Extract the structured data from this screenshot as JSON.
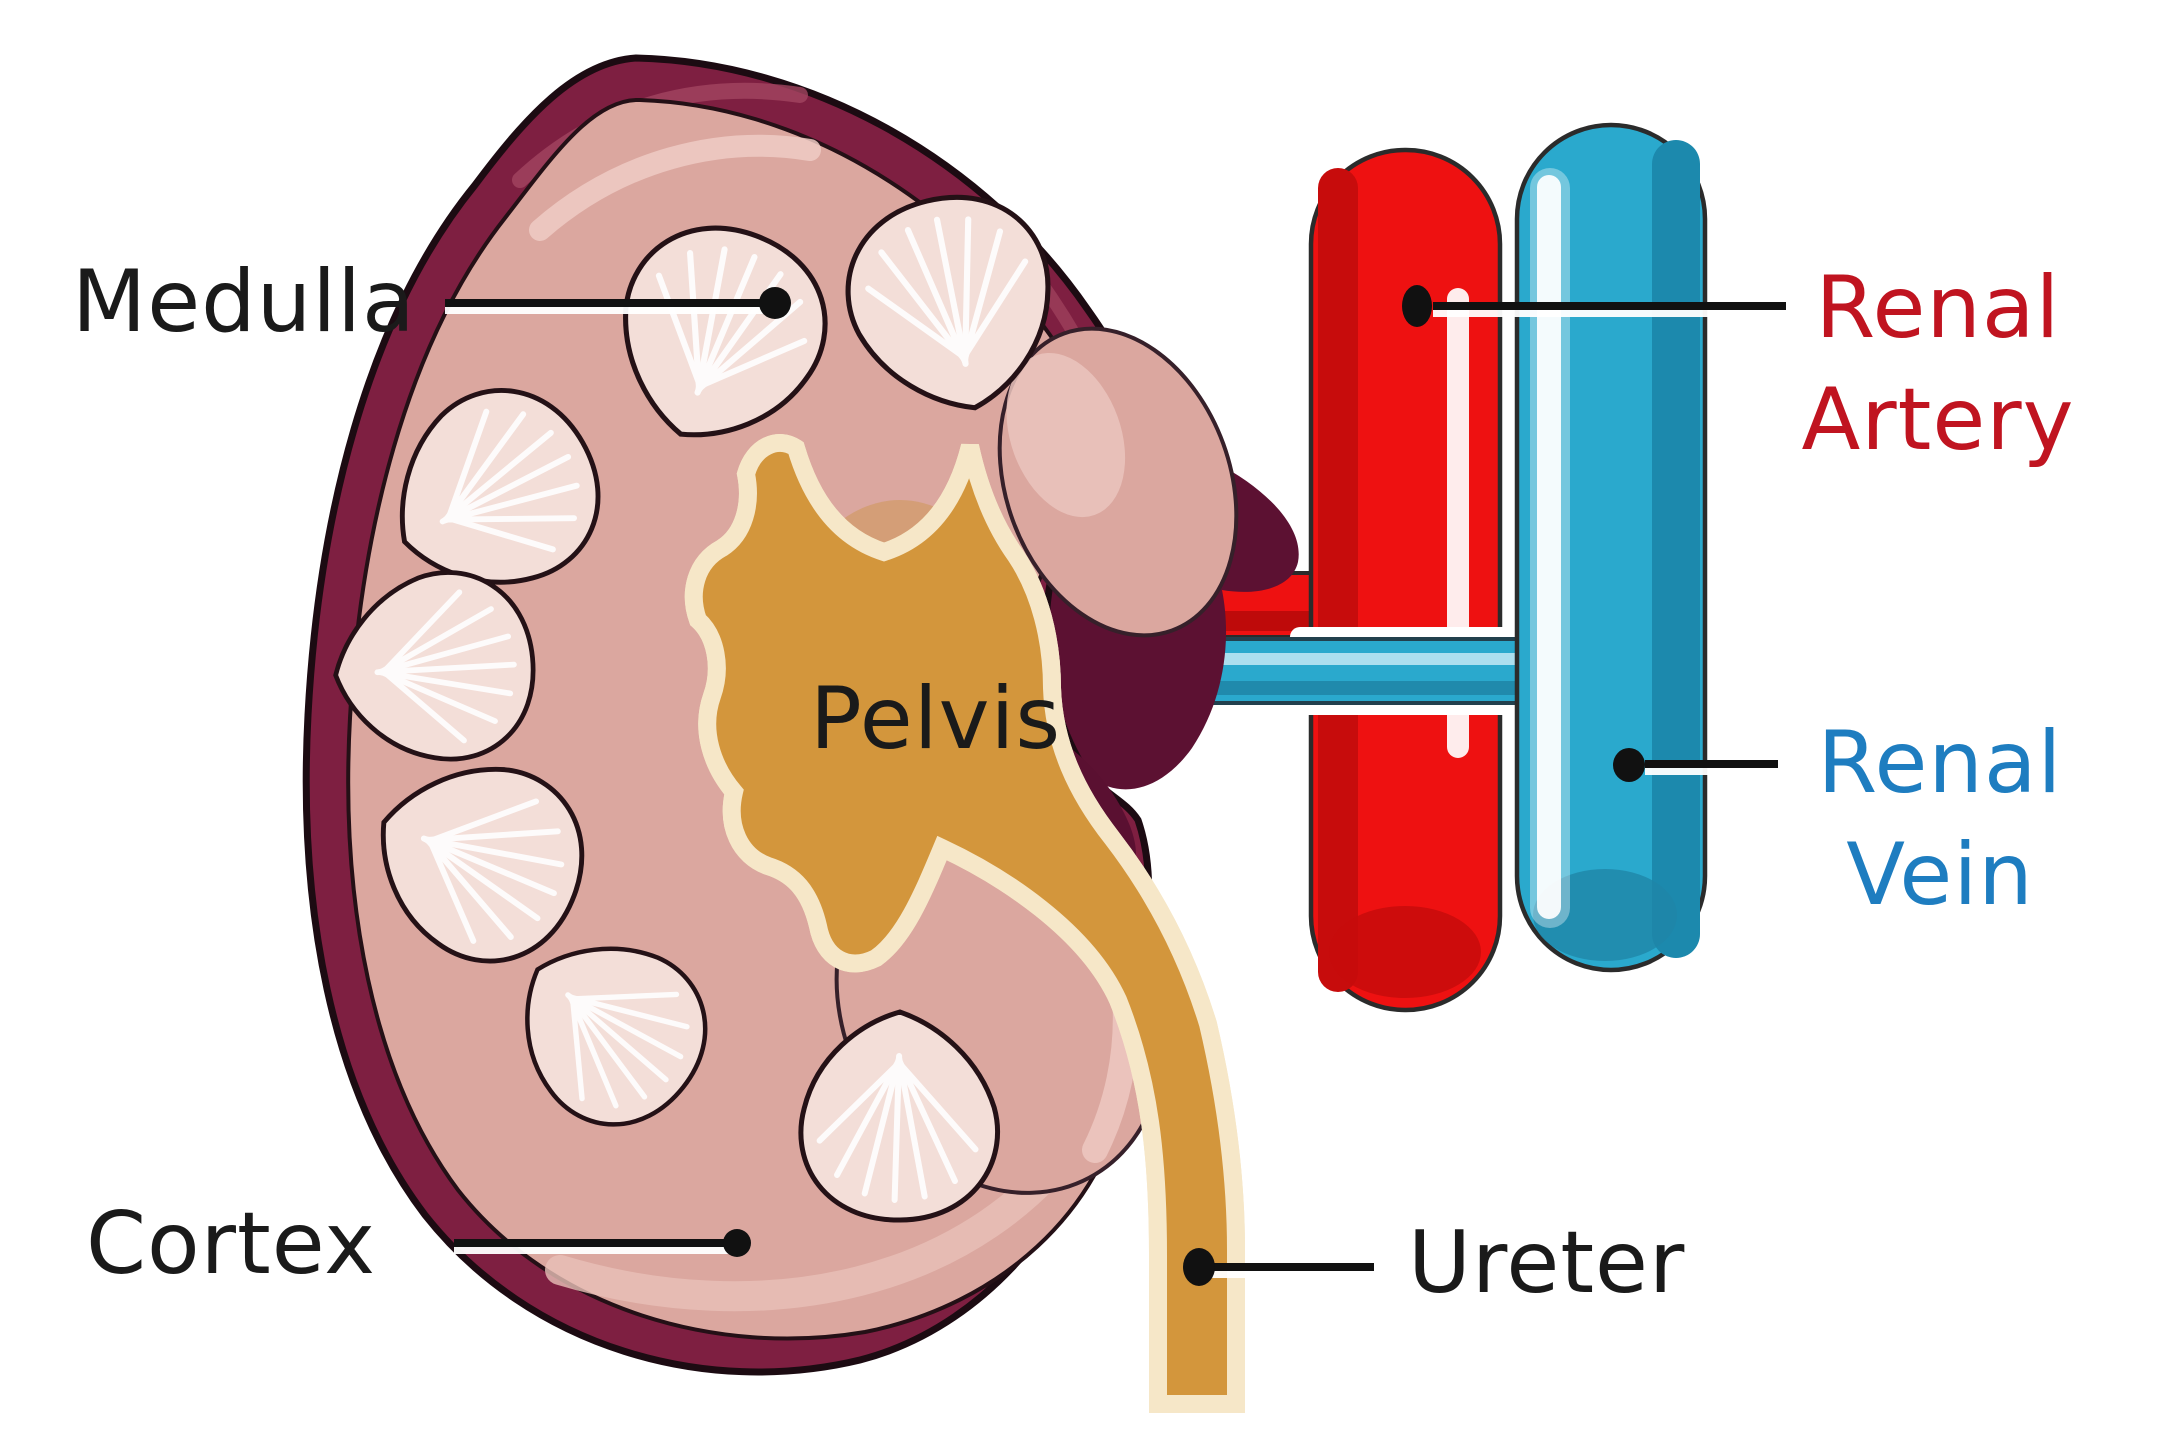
{
  "labels": {
    "medulla": {
      "text": "Medulla",
      "color": "#1a1a1a"
    },
    "cortex": {
      "text": "Cortex",
      "color": "#1a1a1a"
    },
    "pelvis": {
      "text": "Pelvis",
      "color": "#1a1a1a"
    },
    "ureter": {
      "text": "Ureter",
      "color": "#1a1a1a"
    },
    "renal_artery": {
      "line1": "Renal",
      "line2": "Artery",
      "color": "#c01420"
    },
    "renal_vein": {
      "line1": "Renal",
      "line2": "Vein",
      "color": "#1e7dc0"
    }
  },
  "palette": {
    "capsule_maroon": "#7e1f41",
    "sinus_dark_maroon": "#5c1132",
    "cortex_pink": "#dba79f",
    "cortex_highlight": "#ecc6bf",
    "medulla_cream": "#f3ded8",
    "pelvis_gold": "#d3963c",
    "pelvis_outline": "#5e3c06",
    "pelvis_lining_cream": "#f6e7c8",
    "artery_red": "#ee1111",
    "artery_red_dark": "#c70c0c",
    "vein_blue": "#2aa9cd",
    "vein_blue_dark": "#1c89ad",
    "leader_line_black": "#111111",
    "background": "#ffffff"
  }
}
